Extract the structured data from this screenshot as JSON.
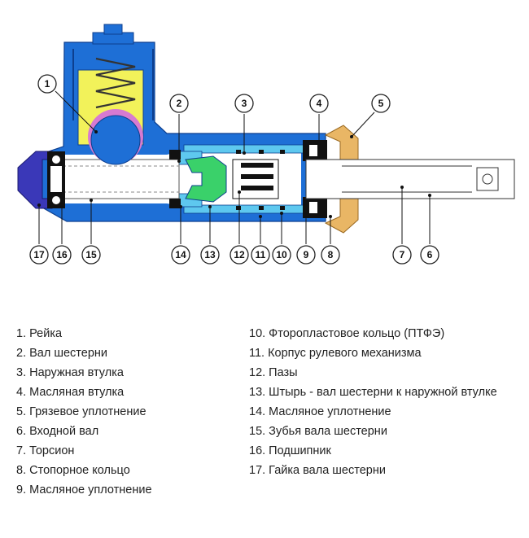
{
  "colors": {
    "housing": "#1e6fd6",
    "housing_dark": "#0d3f8f",
    "cyan": "#5ec8ef",
    "yellow": "#f2f25a",
    "pink": "#d77ad1",
    "green": "#3ad16a",
    "purple": "#3a38b8",
    "tan": "#e9b665",
    "black": "#111111",
    "shaft": "#ffffff"
  },
  "callouts": [
    "1",
    "2",
    "3",
    "4",
    "5",
    "6",
    "7",
    "8",
    "9",
    "10",
    "11",
    "12",
    "13",
    "14",
    "15",
    "16",
    "17"
  ],
  "legend": {
    "left": [
      "1. Рейка",
      "2. Вал шестерни",
      "3. Наружная втулка",
      "4. Масляная втулка",
      "5. Грязевое уплотнение",
      "6. Входной вал",
      "7. Торсион",
      "8. Стопорное кольцо",
      "9. Масляное уплотнение"
    ],
    "right": [
      "10. Фторопластовое кольцо (ПТФЭ)",
      "11. Корпус рулевого механизма",
      "12. Пазы",
      "13. Штырь - вал шестерни к наружной втулке",
      "14. Масляное уплотнение",
      "15. Зубья вала шестерни",
      "16. Подшипник",
      "17. Гайка вала шестерни"
    ]
  }
}
